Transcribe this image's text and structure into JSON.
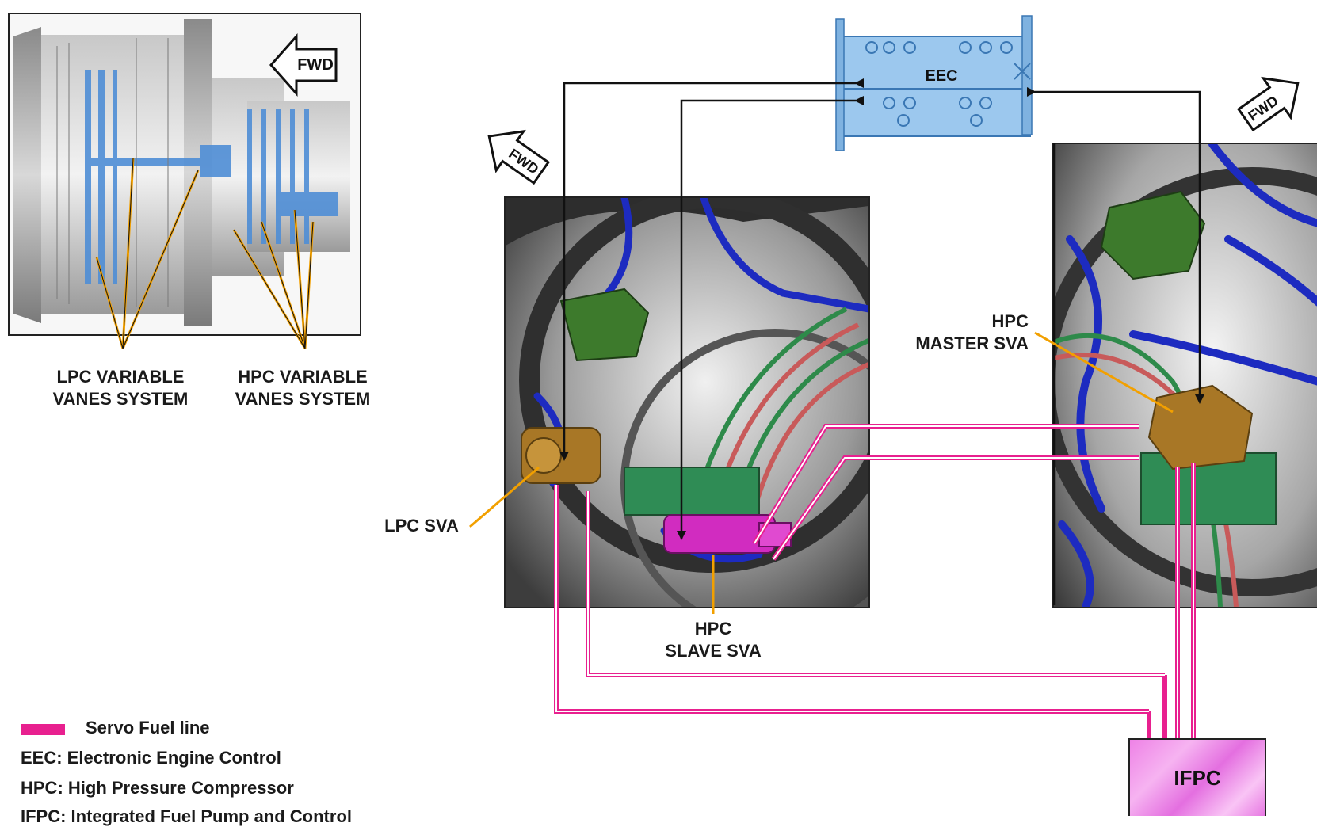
{
  "diagram": {
    "fwd_label": "FWD",
    "engine_panel": {
      "lpc_label_line1": "LPC VARIABLE",
      "lpc_label_line2": "VANES SYSTEM",
      "hpc_label_line1": "HPC VARIABLE",
      "hpc_label_line2": "VANES SYSTEM"
    },
    "eec_label": "EEC",
    "lpc_sva_label": "LPC SVA",
    "hpc_slave_label_line1": "HPC",
    "hpc_slave_label_line2": "SLAVE SVA",
    "hpc_master_label_line1": "HPC",
    "hpc_master_label_line2": "MASTER SVA",
    "ifpc_label": "IFPC"
  },
  "legend": {
    "servo_fuel_line": "Servo Fuel line",
    "eec": "EEC: Electronic Engine Control",
    "hpc": "HPC: High Pressure Compressor",
    "ifpc": "IFPC: Integrated Fuel Pump and Control"
  },
  "colors": {
    "servo_fuel": "#e8208f",
    "eec_blue": "#9cc8ee",
    "leader_orange": "#f2a000",
    "lpc_sva_bronze": "#b07c22",
    "hpc_slave_magenta": "#d12cc0",
    "vane_green": "#2e8a4a",
    "hose_blue": "#1d2bc0"
  }
}
